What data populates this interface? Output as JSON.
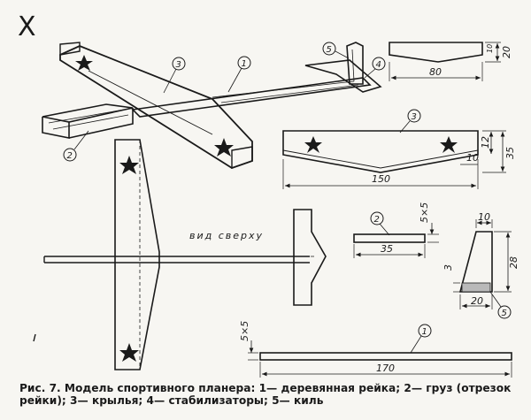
{
  "corner_mark": "X",
  "caption": {
    "line1": "Рис. 7. Модель спортивного планера: 1— деревянная рейка; 2— груз (отрезок",
    "line2": "рейки); 3— крылья; 4— стабилизаторы; 5— киль"
  },
  "top_view_label": "вид сверху",
  "callouts": {
    "rail_persp": "1",
    "weight_persp": "2",
    "wing_persp": "3",
    "stab_persp": "4",
    "fin_persp": "5",
    "wing_detail": "3",
    "weight_detail": "2",
    "fin_detail": "5",
    "rail_detail": "1"
  },
  "dimensions": {
    "stab_length": "80",
    "stab_height": "20",
    "stab_notch": "10",
    "wing_length": "150",
    "wing_height": "35",
    "wing_root": "12",
    "wing_tip": "10",
    "weight_length": "35",
    "weight_section": "5×5",
    "fin_top": "10",
    "fin_height": "28",
    "fin_base": "20",
    "fin_slot": "3",
    "rail_length": "170",
    "rail_section": "5×5"
  }
}
